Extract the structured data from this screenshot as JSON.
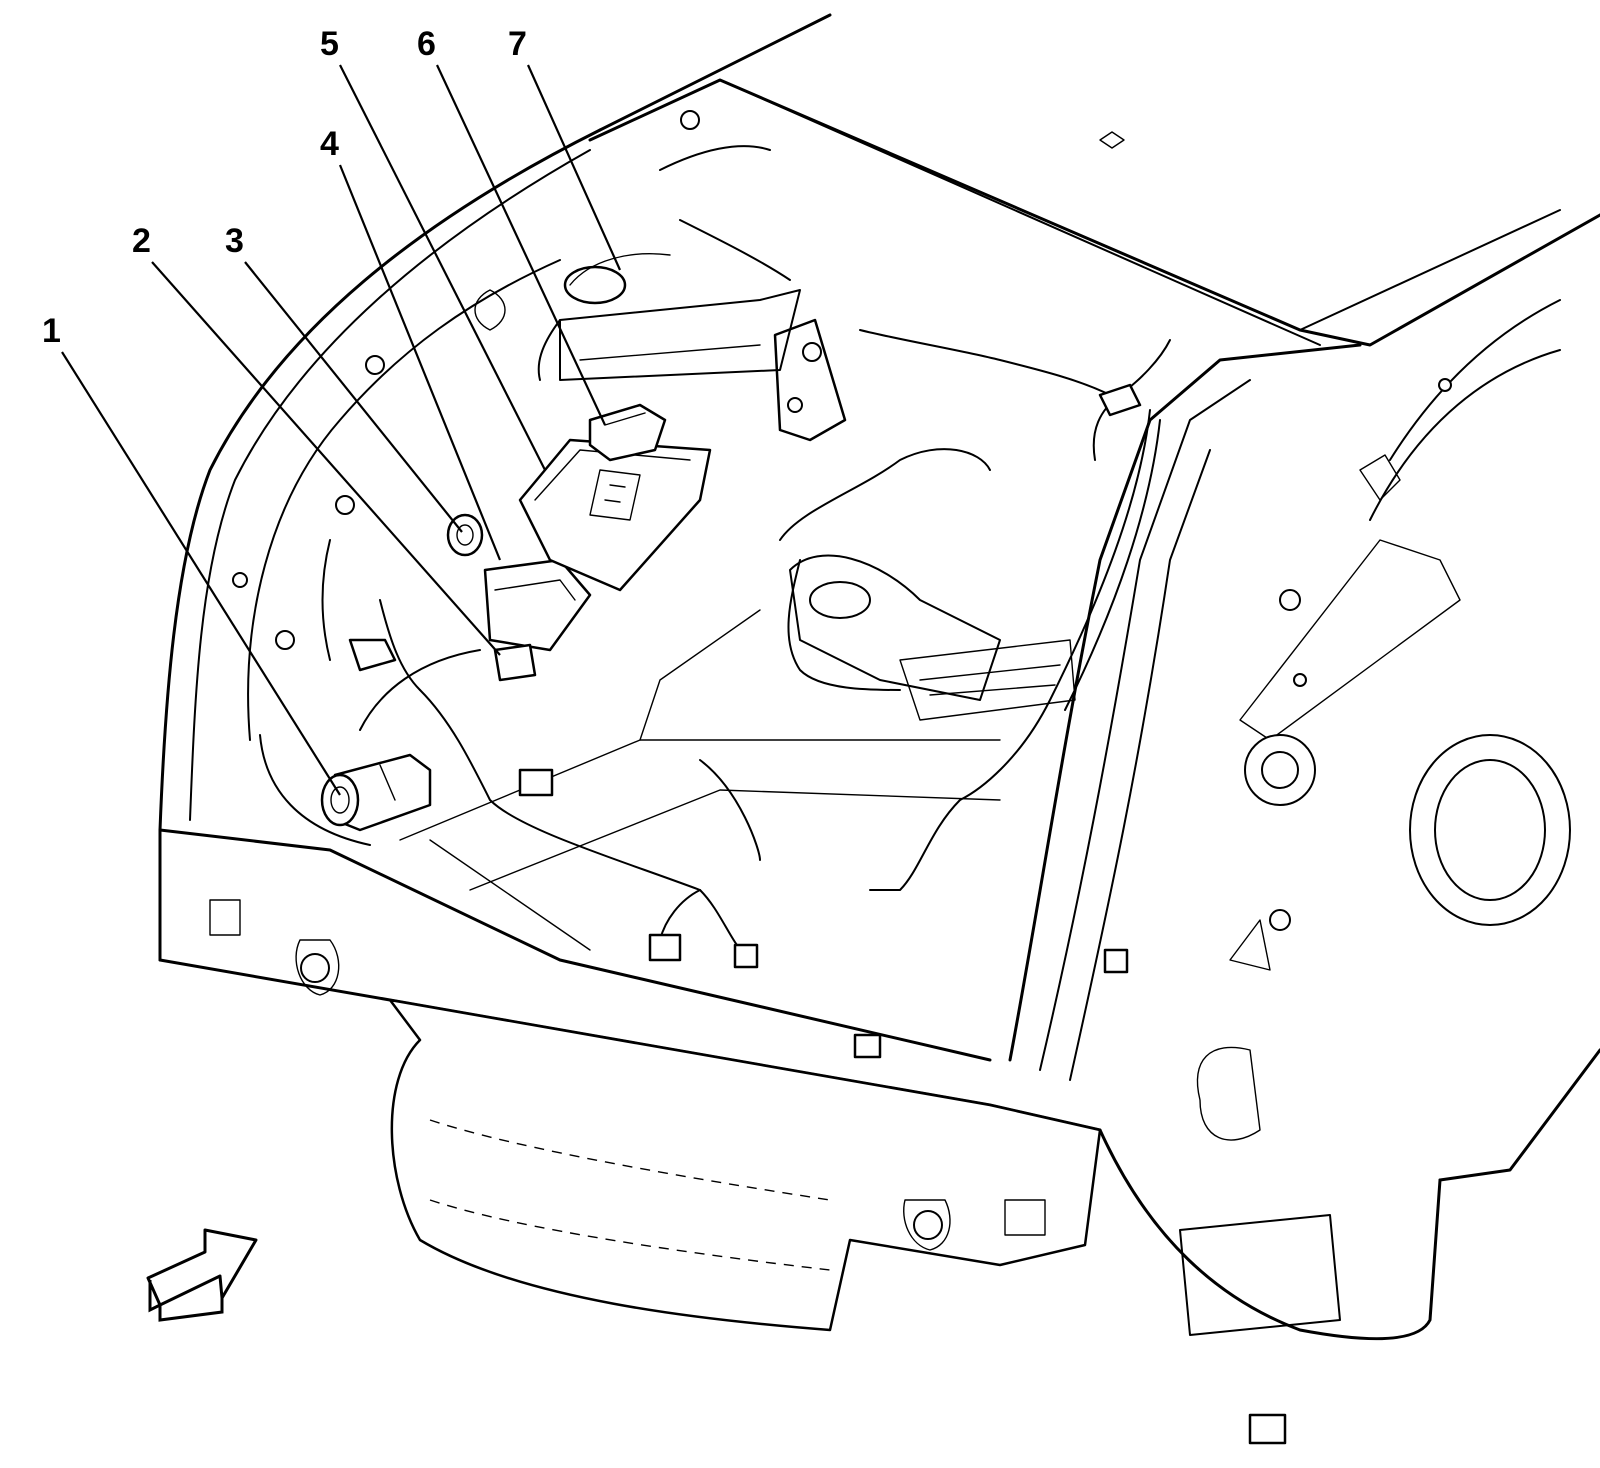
{
  "diagram": {
    "callouts": [
      {
        "id": "1",
        "label": "1"
      },
      {
        "id": "2",
        "label": "2"
      },
      {
        "id": "3",
        "label": "3"
      },
      {
        "id": "4",
        "label": "4"
      },
      {
        "id": "5",
        "label": "5"
      },
      {
        "id": "6",
        "label": "6"
      },
      {
        "id": "7",
        "label": "7"
      }
    ],
    "view_arrow_icon": "direction-arrow-icon",
    "colors": {
      "line": "#000000",
      "background": "#ffffff"
    }
  }
}
